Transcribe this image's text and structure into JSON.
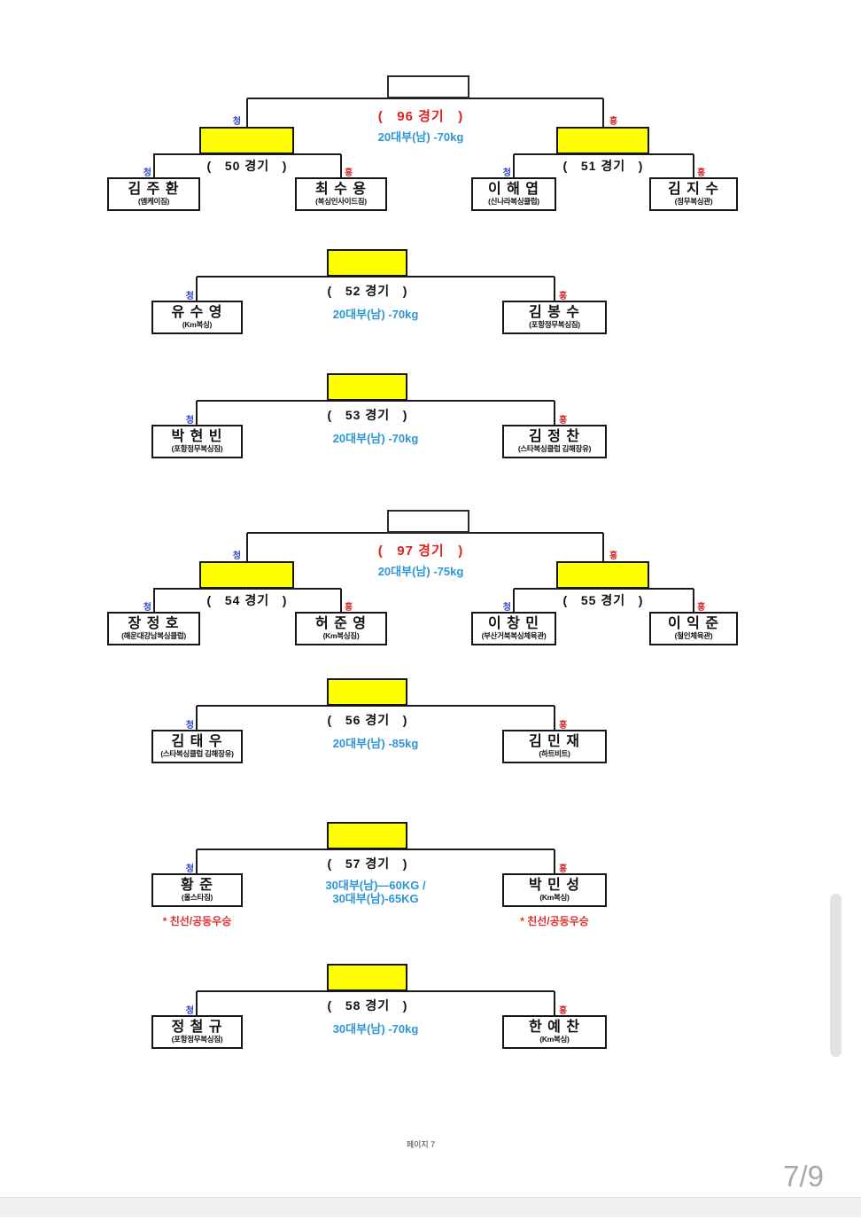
{
  "page": {
    "footer_label": "페이지 7",
    "page_indicator": "7/9"
  },
  "legend": {
    "blue": "청",
    "red": "홍"
  },
  "colors": {
    "bracket_fill": "#ffff00",
    "final_label_red": "#e02020",
    "weight_blue": "#2e96d6",
    "corner_blue": "#2d46c8",
    "corner_red": "#d82828",
    "note_red": "#e03030",
    "line_black": "#1b1b1b"
  },
  "brackets": [
    {
      "type": "double",
      "final_label": "(   96 경기   )",
      "weight": "20대부(남) -70kg",
      "matches": [
        {
          "label": "(   50 경기   )",
          "winner_corner": "blue"
        },
        {
          "label": "(   51 경기   )",
          "winner_corner": "red"
        }
      ],
      "players": [
        {
          "name": "김 주 환",
          "club": "(엠케이짐)",
          "corner": "blue"
        },
        {
          "name": "최 수 용",
          "club": "(복싱인사이드짐)",
          "corner": "red"
        },
        {
          "name": "이 해 엽",
          "club": "(신나라복싱클럽)",
          "corner": "blue"
        },
        {
          "name": "김 지 수",
          "club": "(정무복싱관)",
          "corner": "red"
        }
      ]
    },
    {
      "type": "single",
      "label": "(   52 경기   )",
      "weight": "20대부(남) -70kg",
      "players": [
        {
          "name": "유 수 영",
          "club": "(Km복싱)",
          "corner": "blue"
        },
        {
          "name": "김 봉 수",
          "club": "(포항정무복싱짐)",
          "corner": "red"
        }
      ]
    },
    {
      "type": "single",
      "label": "(   53 경기   )",
      "weight": "20대부(남) -70kg",
      "players": [
        {
          "name": "박 현 빈",
          "club": "(포항정무복싱짐)",
          "corner": "blue"
        },
        {
          "name": "김 정 찬",
          "club": "(스타복싱클럽 김해장유)",
          "corner": "red"
        }
      ]
    },
    {
      "type": "double",
      "final_label": "(   97 경기   )",
      "weight": "20대부(남) -75kg",
      "matches": [
        {
          "label": "(   54 경기   )",
          "winner_corner": "blue"
        },
        {
          "label": "(   55 경기   )",
          "winner_corner": "red"
        }
      ],
      "players": [
        {
          "name": "장 정 호",
          "club": "(해운대강남복싱클럽)",
          "corner": "blue"
        },
        {
          "name": "허 준 영",
          "club": "(Km복싱짐)",
          "corner": "red"
        },
        {
          "name": "이 창 민",
          "club": "(부산거북복싱체육관)",
          "corner": "blue"
        },
        {
          "name": "이 익 준",
          "club": "(철인체육관)",
          "corner": "red"
        }
      ]
    },
    {
      "type": "single",
      "label": "(   56 경기   )",
      "weight": "20대부(남) -85kg",
      "players": [
        {
          "name": "김 태 우",
          "club": "(스타복싱클럽 김해장유)",
          "corner": "blue"
        },
        {
          "name": "김 민 재",
          "club": "(하트비트)",
          "corner": "red"
        }
      ]
    },
    {
      "type": "single",
      "label": "(   57 경기   )",
      "weight_lines": [
        "30대부(남)—60KG /",
        "30대부(남)-65KG"
      ],
      "players": [
        {
          "name": "황 준",
          "club": "(올스타짐)",
          "corner": "blue",
          "note": "* 친선/공동우승"
        },
        {
          "name": "박 민 성",
          "club": "(Km복싱)",
          "corner": "red",
          "note": "* 친선/공동우승"
        }
      ]
    },
    {
      "type": "single",
      "label": "(   58 경기   )",
      "weight": "30대부(남) -70kg",
      "players": [
        {
          "name": "정 철 규",
          "club": "(포항정무복싱짐)",
          "corner": "blue"
        },
        {
          "name": "한 예 찬",
          "club": "(Km복싱)",
          "corner": "red"
        }
      ]
    }
  ]
}
